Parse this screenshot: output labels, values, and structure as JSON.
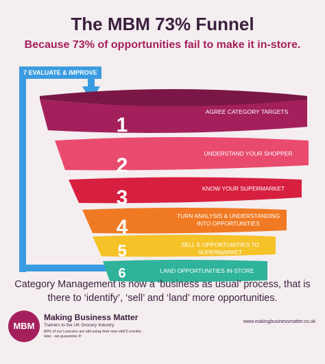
{
  "header": {
    "title": "The MBM 73% Funnel",
    "subtitle": "Because 73% of opportunities fail to make it in-store."
  },
  "loop": {
    "label": "7  EVALUATE & IMPROVE"
  },
  "stages": [
    {
      "num": "1",
      "label": "AGREE CATEGORY TARGETS",
      "color": "#a3205c"
    },
    {
      "num": "2",
      "label": "UNDERSTAND YOUR SHOPPER",
      "color": "#e94b6e"
    },
    {
      "num": "3",
      "label": "KNOW YOUR SUPERMARKET",
      "color": "#d71f40"
    },
    {
      "num": "4",
      "label": "TURN ANALYSIS & UNDERSTANDING\nINTO OPPORTUNITIES",
      "color": "#f07a23"
    },
    {
      "num": "5",
      "label": "SELL E OPPORTUNITIES TO SUPERMARKET",
      "color": "#f5c228"
    },
    {
      "num": "6",
      "label": "LAND OPPORTUNITIES IN-STORE",
      "color": "#2fb39b"
    }
  ],
  "footer": {
    "statement": "Category Management is now a ‘business as usual’ process, that is there to ‘identify’, ‘sell’ and ‘land’ more opportunities.",
    "logo": "MBM",
    "brand": "Making Business Matter",
    "tagline": "Trainers to the UK Grocery Industry",
    "note": "80% of our Learners are still using their new skill 5 months later - we guarantee it!",
    "url": "www.makingbusinessmatter.co.uk"
  },
  "colors": {
    "loop": "#3a9be0",
    "title": "#3a1f3d",
    "accent": "#a3205c"
  }
}
